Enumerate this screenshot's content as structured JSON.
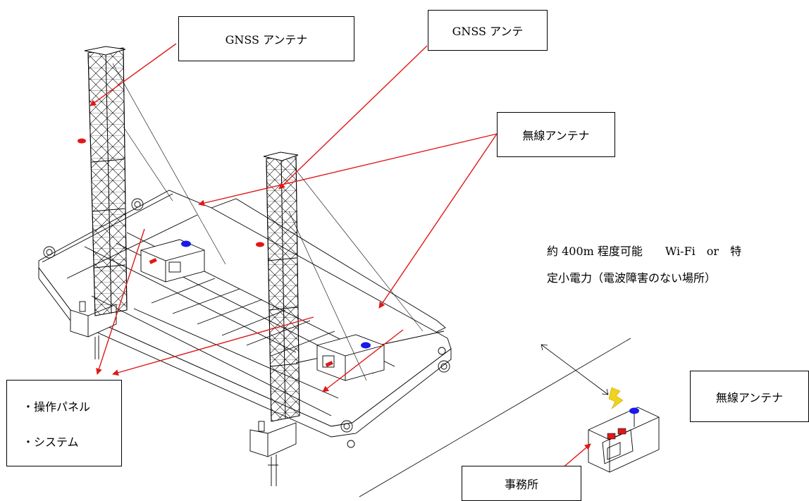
{
  "labels": {
    "gnss_antenna_left": "GNSS アンテナ",
    "gnss_antenna_right": "GNSS アンテ",
    "radio_antenna_mid": "無線アンテナ",
    "radio_antenna_right": "無線アンテナ",
    "office": "事務所",
    "panel_items": [
      "・操作パネル",
      "・システム"
    ]
  },
  "note": {
    "line1": "約 400m 程度可能　　Wi-Fi　or　特",
    "line2": "定小電力（電波障害のない場所）"
  },
  "colors": {
    "arrow": "#e01818",
    "line": "#000000",
    "wireless_antenna": "#1a1ae6",
    "gnss_marker": "#e01818",
    "lightning": "#f2d21a"
  },
  "icons": [
    "lightning-icon"
  ]
}
